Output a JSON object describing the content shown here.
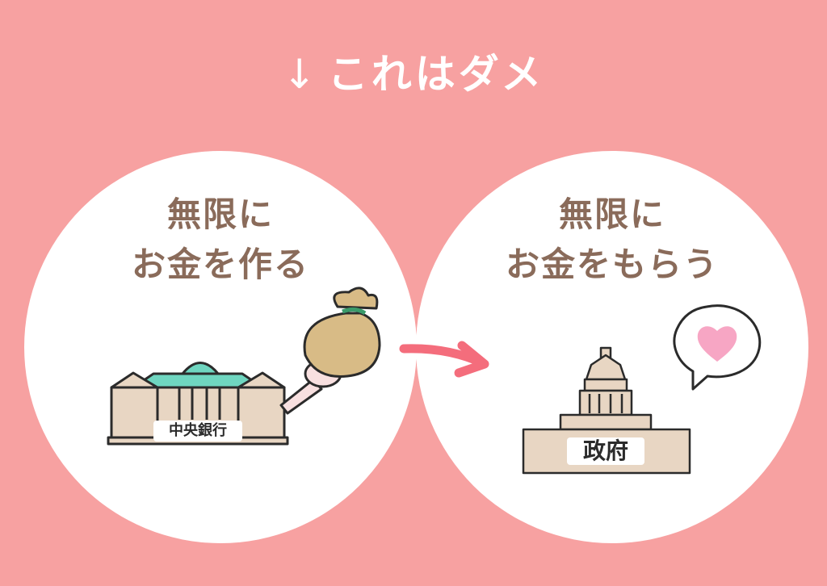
{
  "headline": {
    "arrow": "↓",
    "text": "これはダメ"
  },
  "left_panel": {
    "line1": "無限に",
    "line2": "お金を作る",
    "building_label": "中央銀行"
  },
  "right_panel": {
    "line1": "無限に",
    "line2": "お金をもらう",
    "building_label": "政府"
  },
  "colors": {
    "background": "#f7a1a1",
    "caption": "#8a6b5a",
    "arrow": "#f46d7c",
    "heart": "#f7a6c4",
    "building": "#e8d6c3",
    "roof": "#6fd6c0",
    "moneybag": "#d8bb86"
  },
  "icons": [
    "down-arrow-icon",
    "money-bag-icon",
    "arrow-right-icon",
    "speech-bubble-icon",
    "heart-icon"
  ]
}
